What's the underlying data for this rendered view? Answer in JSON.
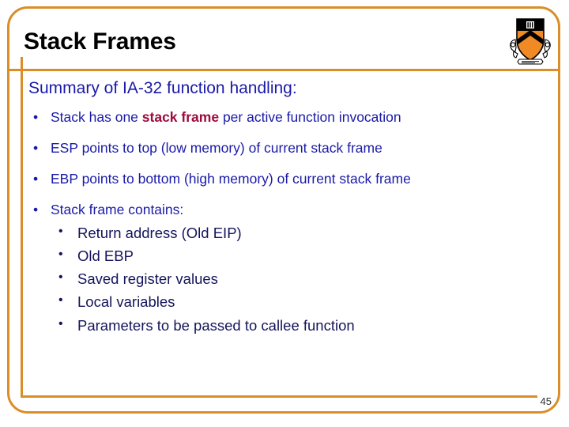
{
  "slide": {
    "title": "Stack Frames",
    "page_number": "45",
    "logo_name": "princeton-shield-logo",
    "colors": {
      "frame": "#d98e28",
      "heading_text": "#000000",
      "body_text": "#1a1aa8",
      "sub_text": "#14145c",
      "emphasis_text": "#9e0a3c",
      "background": "#ffffff"
    }
  },
  "body": {
    "lead": "Summary of IA-32 function handling:",
    "bullets": [
      {
        "prefix": "Stack has one ",
        "emphasis": "stack frame",
        "suffix": " per active function invocation"
      },
      {
        "text": "ESP points to top (low memory) of current stack frame"
      },
      {
        "text": "EBP points to bottom (high memory) of current stack frame"
      },
      {
        "text": "Stack frame contains:",
        "subitems": [
          "Return address (Old EIP)",
          "Old EBP",
          "Saved register values",
          "Local variables",
          "Parameters to be passed to callee function"
        ]
      }
    ],
    "bullet_marker": "•"
  }
}
